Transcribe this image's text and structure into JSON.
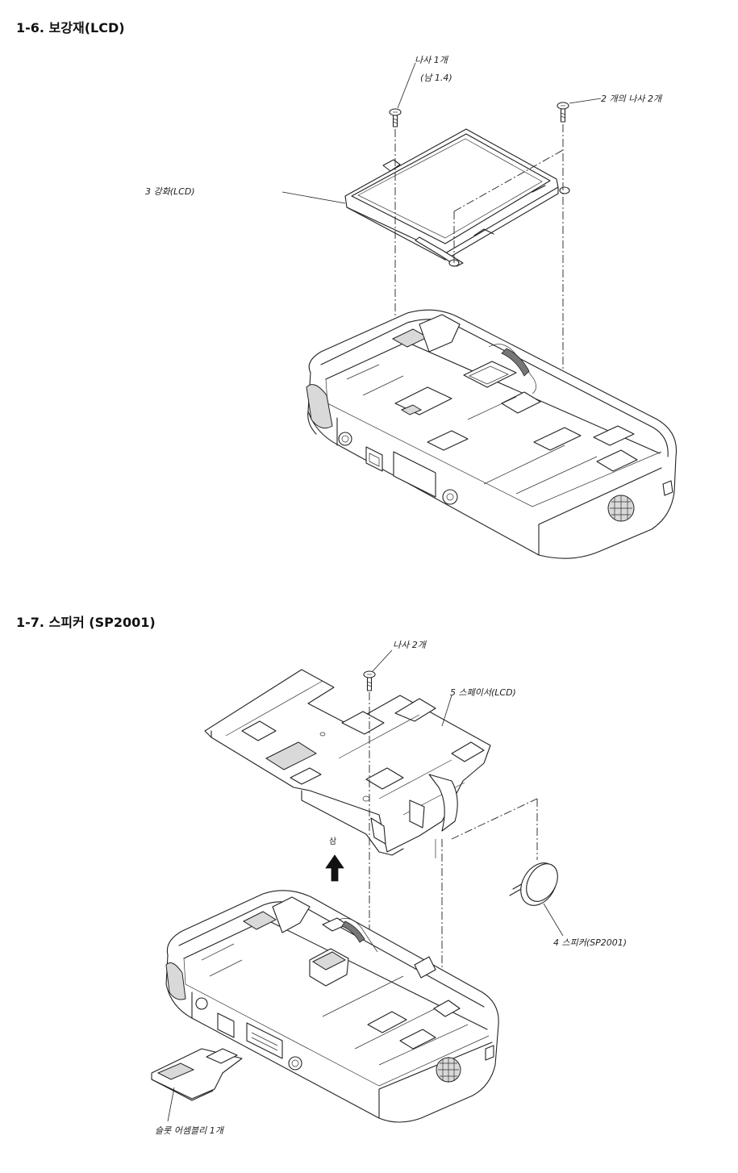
{
  "section_1": {
    "heading": "1-6. 보강재(LCD)",
    "labels": {
      "screw_1": "나사 1개",
      "screw_1_sub": "(남 1.4)",
      "screw_2": "2   개의 나사 2개",
      "reinforcement": "3   강화(LCD)"
    }
  },
  "section_2": {
    "heading": "1-7. 스피커 (SP2001)",
    "labels": {
      "screw": "나사 2개",
      "spacer": "5   스페이서(LCD)",
      "arrow_text": "삼",
      "speaker": "4   스피커(SP2001)",
      "slot_assembly": "슬롯 어셈블리 1개"
    }
  }
}
